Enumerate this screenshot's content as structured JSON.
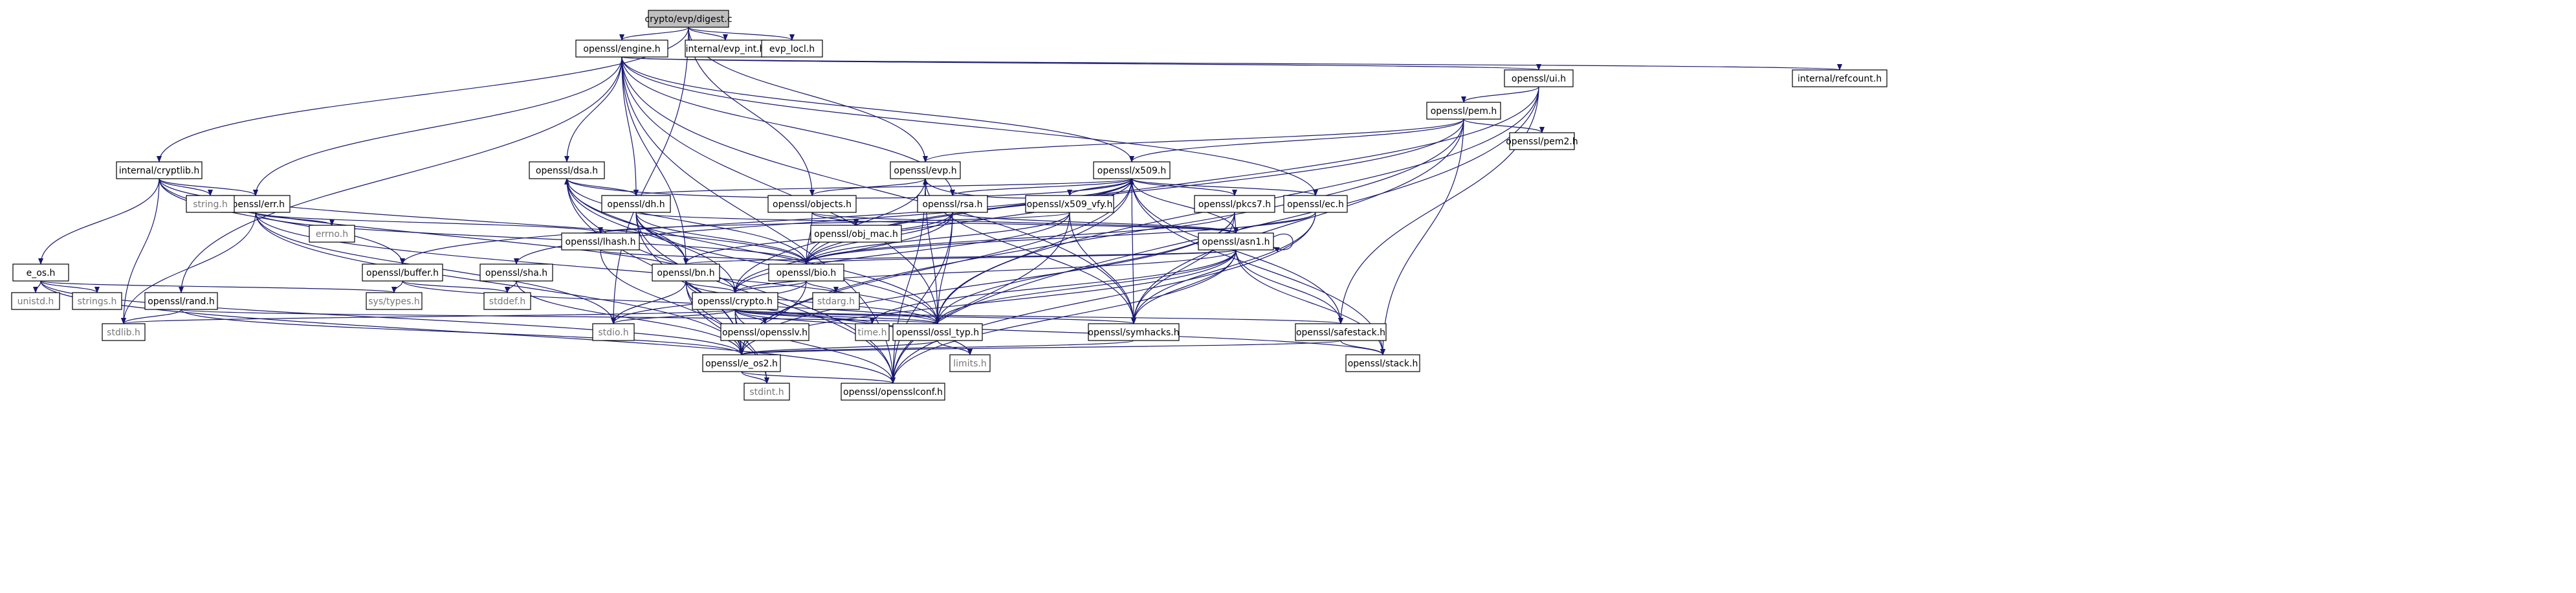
{
  "colors": {
    "edge": "#191970",
    "root_fill": "#bfbfbf",
    "node_fill": "#ffffff",
    "system_border": "#bfbfbf",
    "system_text": "#777777"
  },
  "nodes": [
    {
      "id": "root",
      "label": "crypto/evp/digest.c",
      "kind": "root"
    },
    {
      "id": "engine",
      "label": "openssl/engine.h",
      "kind": "file"
    },
    {
      "id": "evp_int",
      "label": "internal/evp_int.h",
      "kind": "file"
    },
    {
      "id": "evp_locl",
      "label": "evp_locl.h",
      "kind": "file"
    },
    {
      "id": "refcount",
      "label": "internal/refcount.h",
      "kind": "file"
    },
    {
      "id": "ui",
      "label": "openssl/ui.h",
      "kind": "file"
    },
    {
      "id": "pem",
      "label": "openssl/pem.h",
      "kind": "file"
    },
    {
      "id": "pem2",
      "label": "openssl/pem2.h",
      "kind": "file"
    },
    {
      "id": "cryptlib",
      "label": "internal/cryptlib.h",
      "kind": "file"
    },
    {
      "id": "x509",
      "label": "openssl/x509.h",
      "kind": "file"
    },
    {
      "id": "dsa",
      "label": "openssl/dsa.h",
      "kind": "file"
    },
    {
      "id": "evp",
      "label": "openssl/evp.h",
      "kind": "file"
    },
    {
      "id": "err",
      "label": "openssl/err.h",
      "kind": "file"
    },
    {
      "id": "string",
      "label": "string.h",
      "kind": "system"
    },
    {
      "id": "dh",
      "label": "openssl/dh.h",
      "kind": "file"
    },
    {
      "id": "objects",
      "label": "openssl/objects.h",
      "kind": "file"
    },
    {
      "id": "rsa",
      "label": "openssl/rsa.h",
      "kind": "file"
    },
    {
      "id": "x509_vfy",
      "label": "openssl/x509_vfy.h",
      "kind": "file"
    },
    {
      "id": "pkcs7",
      "label": "openssl/pkcs7.h",
      "kind": "file"
    },
    {
      "id": "ec",
      "label": "openssl/ec.h",
      "kind": "file"
    },
    {
      "id": "errno",
      "label": "errno.h",
      "kind": "system"
    },
    {
      "id": "obj_mac",
      "label": "openssl/obj_mac.h",
      "kind": "file"
    },
    {
      "id": "lhash",
      "label": "openssl/lhash.h",
      "kind": "file"
    },
    {
      "id": "asn1",
      "label": "openssl/asn1.h",
      "kind": "file"
    },
    {
      "id": "e_os",
      "label": "e_os.h",
      "kind": "file"
    },
    {
      "id": "buffer",
      "label": "openssl/buffer.h",
      "kind": "file"
    },
    {
      "id": "sha",
      "label": "openssl/sha.h",
      "kind": "file"
    },
    {
      "id": "bn",
      "label": "openssl/bn.h",
      "kind": "file"
    },
    {
      "id": "bio",
      "label": "openssl/bio.h",
      "kind": "file"
    },
    {
      "id": "unistd",
      "label": "unistd.h",
      "kind": "system"
    },
    {
      "id": "strings",
      "label": "strings.h",
      "kind": "system"
    },
    {
      "id": "rand",
      "label": "openssl/rand.h",
      "kind": "file"
    },
    {
      "id": "systypes",
      "label": "sys/types.h",
      "kind": "system"
    },
    {
      "id": "stddef",
      "label": "stddef.h",
      "kind": "system"
    },
    {
      "id": "crypto",
      "label": "openssl/crypto.h",
      "kind": "file"
    },
    {
      "id": "stdarg",
      "label": "stdarg.h",
      "kind": "system"
    },
    {
      "id": "stdlib",
      "label": "stdlib.h",
      "kind": "system"
    },
    {
      "id": "stdio",
      "label": "stdio.h",
      "kind": "system"
    },
    {
      "id": "opensslv",
      "label": "openssl/opensslv.h",
      "kind": "file"
    },
    {
      "id": "ossl_typ",
      "label": "openssl/ossl_typ.h",
      "kind": "file"
    },
    {
      "id": "time",
      "label": "time.h",
      "kind": "system"
    },
    {
      "id": "symhacks",
      "label": "openssl/symhacks.h",
      "kind": "file"
    },
    {
      "id": "safestack",
      "label": "openssl/safestack.h",
      "kind": "file"
    },
    {
      "id": "limits",
      "label": "limits.h",
      "kind": "system"
    },
    {
      "id": "e_os2",
      "label": "openssl/e_os2.h",
      "kind": "file"
    },
    {
      "id": "stack",
      "label": "openssl/stack.h",
      "kind": "file"
    },
    {
      "id": "opensslconf",
      "label": "openssl/opensslconf.h",
      "kind": "file"
    },
    {
      "id": "stdint",
      "label": "stdint.h",
      "kind": "system"
    }
  ],
  "edges": [
    [
      "root",
      "engine"
    ],
    [
      "root",
      "evp_int"
    ],
    [
      "root",
      "evp_locl"
    ],
    [
      "root",
      "cryptlib"
    ],
    [
      "root",
      "objects"
    ],
    [
      "root",
      "evp"
    ],
    [
      "root",
      "stdio"
    ],
    [
      "engine",
      "opensslconf"
    ],
    [
      "engine",
      "bn"
    ],
    [
      "engine",
      "rsa"
    ],
    [
      "engine",
      "dsa"
    ],
    [
      "engine",
      "dh"
    ],
    [
      "engine",
      "ec"
    ],
    [
      "engine",
      "rand"
    ],
    [
      "engine",
      "ui"
    ],
    [
      "engine",
      "err"
    ],
    [
      "engine",
      "ossl_typ"
    ],
    [
      "engine",
      "symhacks"
    ],
    [
      "engine",
      "x509"
    ],
    [
      "engine",
      "refcount"
    ],
    [
      "ui",
      "opensslconf"
    ],
    [
      "ui",
      "crypto"
    ],
    [
      "ui",
      "safestack"
    ],
    [
      "ui",
      "pem"
    ],
    [
      "ui",
      "ossl_typ"
    ],
    [
      "pem",
      "e_os2"
    ],
    [
      "pem",
      "bio"
    ],
    [
      "pem",
      "stack"
    ],
    [
      "pem",
      "evp"
    ],
    [
      "pem",
      "x509"
    ],
    [
      "pem",
      "pem2"
    ],
    [
      "pem",
      "symhacks"
    ],
    [
      "cryptlib",
      "stdlib"
    ],
    [
      "cryptlib",
      "string"
    ],
    [
      "cryptlib",
      "e_os"
    ],
    [
      "cryptlib",
      "crypto"
    ],
    [
      "cryptlib",
      "buffer"
    ],
    [
      "cryptlib",
      "bio"
    ],
    [
      "cryptlib",
      "err"
    ],
    [
      "x509",
      "e_os2"
    ],
    [
      "x509",
      "ossl_typ"
    ],
    [
      "x509",
      "symhacks"
    ],
    [
      "x509",
      "buffer"
    ],
    [
      "x509",
      "evp"
    ],
    [
      "x509",
      "bio"
    ],
    [
      "x509",
      "stack"
    ],
    [
      "x509",
      "asn1"
    ],
    [
      "x509",
      "safestack"
    ],
    [
      "x509",
      "ec"
    ],
    [
      "x509",
      "rsa"
    ],
    [
      "x509",
      "dsa"
    ],
    [
      "x509",
      "dh"
    ],
    [
      "x509",
      "sha"
    ],
    [
      "x509",
      "x509_vfy"
    ],
    [
      "x509",
      "pkcs7"
    ],
    [
      "dsa",
      "opensslconf"
    ],
    [
      "dsa",
      "e_os2"
    ],
    [
      "dsa",
      "bio"
    ],
    [
      "dsa",
      "crypto"
    ],
    [
      "dsa",
      "ossl_typ"
    ],
    [
      "dsa",
      "bn"
    ],
    [
      "dsa",
      "dh"
    ],
    [
      "evp",
      "opensslconf"
    ],
    [
      "evp",
      "ossl_typ"
    ],
    [
      "evp",
      "symhacks"
    ],
    [
      "evp",
      "bio"
    ],
    [
      "evp",
      "objects"
    ],
    [
      "err",
      "stdio"
    ],
    [
      "err",
      "stdlib"
    ],
    [
      "err",
      "e_os2"
    ],
    [
      "err",
      "ossl_typ"
    ],
    [
      "err",
      "bio"
    ],
    [
      "err",
      "lhash"
    ],
    [
      "err",
      "errno"
    ],
    [
      "dh",
      "opensslconf"
    ],
    [
      "dh",
      "e_os2"
    ],
    [
      "dh",
      "bio"
    ],
    [
      "dh",
      "ossl_typ"
    ],
    [
      "dh",
      "bn"
    ],
    [
      "dh",
      "asn1"
    ],
    [
      "objects",
      "obj_mac"
    ],
    [
      "objects",
      "bio"
    ],
    [
      "objects",
      "asn1"
    ],
    [
      "rsa",
      "opensslconf"
    ],
    [
      "rsa",
      "asn1"
    ],
    [
      "rsa",
      "bio"
    ],
    [
      "rsa",
      "crypto"
    ],
    [
      "rsa",
      "ossl_typ"
    ],
    [
      "rsa",
      "bn"
    ],
    [
      "x509_vfy",
      "opensslconf"
    ],
    [
      "x509_vfy",
      "lhash"
    ],
    [
      "x509_vfy",
      "bio"
    ],
    [
      "x509_vfy",
      "crypto"
    ],
    [
      "x509_vfy",
      "symhacks"
    ],
    [
      "x509_vfy",
      "x509"
    ],
    [
      "pkcs7",
      "asn1"
    ],
    [
      "pkcs7",
      "bio"
    ],
    [
      "pkcs7",
      "e_os2"
    ],
    [
      "pkcs7",
      "symhacks"
    ],
    [
      "pkcs7",
      "ossl_typ"
    ],
    [
      "ec",
      "opensslconf"
    ],
    [
      "ec",
      "asn1"
    ],
    [
      "ec",
      "symhacks"
    ],
    [
      "ec",
      "bio"
    ],
    [
      "lhash",
      "e_os2"
    ],
    [
      "lhash",
      "bio"
    ],
    [
      "asn1",
      "time"
    ],
    [
      "asn1",
      "e_os2"
    ],
    [
      "asn1",
      "opensslconf"
    ],
    [
      "asn1",
      "bio"
    ],
    [
      "asn1",
      "stack"
    ],
    [
      "asn1",
      "safestack"
    ],
    [
      "asn1",
      "asn1"
    ],
    [
      "asn1",
      "symhacks"
    ],
    [
      "asn1",
      "ossl_typ"
    ],
    [
      "asn1",
      "bn"
    ],
    [
      "asn1",
      "crypto"
    ],
    [
      "e_os",
      "opensslconf"
    ],
    [
      "e_os",
      "e_os2"
    ],
    [
      "e_os",
      "unistd"
    ],
    [
      "e_os",
      "systypes"
    ],
    [
      "e_os",
      "strings"
    ],
    [
      "buffer",
      "ossl_typ"
    ],
    [
      "buffer",
      "stddef"
    ],
    [
      "buffer",
      "systypes"
    ],
    [
      "sha",
      "e_os2"
    ],
    [
      "sha",
      "stddef"
    ],
    [
      "bn",
      "e_os2"
    ],
    [
      "bn",
      "stdio"
    ],
    [
      "bn",
      "ossl_typ"
    ],
    [
      "bn",
      "crypto"
    ],
    [
      "bn",
      "limits"
    ],
    [
      "bn",
      "stdint"
    ],
    [
      "bio",
      "e_os2"
    ],
    [
      "bio",
      "stdio"
    ],
    [
      "bio",
      "stdarg"
    ],
    [
      "bio",
      "crypto"
    ],
    [
      "rand",
      "stdlib"
    ],
    [
      "rand",
      "ossl_typ"
    ],
    [
      "rand",
      "e_os2"
    ],
    [
      "crypto",
      "e_os2"
    ],
    [
      "crypto",
      "stdlib"
    ],
    [
      "crypto",
      "stack"
    ],
    [
      "crypto",
      "safestack"
    ],
    [
      "crypto",
      "opensslv"
    ],
    [
      "crypto",
      "ossl_typ"
    ],
    [
      "crypto",
      "opensslconf"
    ],
    [
      "crypto",
      "symhacks"
    ],
    [
      "crypto",
      "stdio"
    ],
    [
      "crypto",
      "time"
    ],
    [
      "crypto",
      "stdint"
    ],
    [
      "ossl_typ",
      "e_os2"
    ],
    [
      "ossl_typ",
      "limits"
    ],
    [
      "symhacks",
      "e_os2"
    ],
    [
      "safestack",
      "stack"
    ],
    [
      "safestack",
      "e_os2"
    ],
    [
      "e_os2",
      "opensslconf"
    ],
    [
      "e_os2",
      "stdint"
    ]
  ]
}
